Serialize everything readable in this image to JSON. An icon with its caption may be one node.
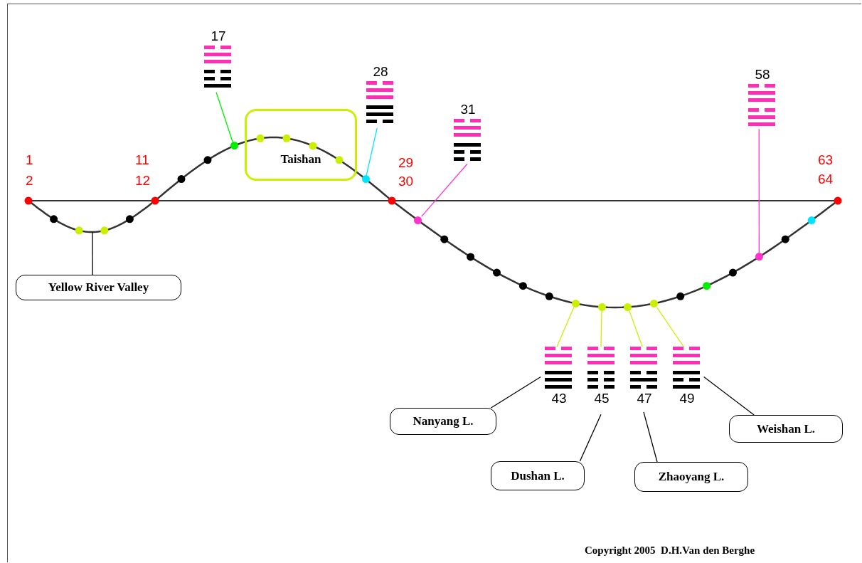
{
  "diagram": {
    "nodes": [
      {
        "text": [
          "17"
        ]
      },
      {
        "text": [
          "Taishan"
        ]
      },
      {
        "text": [
          "28"
        ]
      },
      {
        "text": [
          "31"
        ]
      },
      {
        "text": [
          "58"
        ]
      },
      {
        "text": [],
        "shape": "circle"
      },
      {
        "text": [],
        "shape": "circle"
      },
      {
        "text": [],
        "shape": "circle"
      },
      {
        "text": [],
        "shape": "circle"
      },
      {
        "text": [
          "Yellow River Valley"
        ]
      },
      {
        "text": [],
        "shape": "circle"
      },
      {
        "text": [],
        "shape": "circle"
      },
      {
        "text": [],
        "shape": "circle"
      },
      {
        "text": [],
        "shape": "circle"
      },
      {
        "text": [
          "43"
        ]
      },
      {
        "text": [
          "45"
        ]
      },
      {
        "text": [
          "47"
        ]
      },
      {
        "text": [
          "49"
        ]
      },
      {
        "text": [
          "Nanyang L."
        ]
      },
      {
        "text": [
          "Weishan L."
        ]
      },
      {
        "text": [
          "Dushan L."
        ]
      },
      {
        "text": [
          "Zhaoyang L."
        ]
      }
    ],
    "edges": [
      {
        "from": 0,
        "to": 5,
        "arrow": "none",
        "color": "#00ee00"
      },
      {
        "from": 2,
        "to": 6,
        "arrow": "none",
        "color": "#00e5ff"
      },
      {
        "from": 3,
        "to": 7,
        "arrow": "none",
        "color": "#ff33cc"
      },
      {
        "from": 4,
        "to": 8,
        "arrow": "none",
        "color": "#ff33cc"
      },
      {
        "from": null,
        "to": 9,
        "arrow": "none",
        "color": "#000000"
      },
      {
        "from": 10,
        "to": 14,
        "arrow": "none",
        "color": "#ccee00"
      },
      {
        "from": 11,
        "to": 15,
        "arrow": "none",
        "color": "#ccee00"
      },
      {
        "from": 12,
        "to": 16,
        "arrow": "none",
        "color": "#ccee00"
      },
      {
        "from": 13,
        "to": 17,
        "arrow": "none",
        "color": "#ccee00"
      },
      {
        "from": 18,
        "to": 14,
        "arrow": "none",
        "color": "#000000"
      },
      {
        "from": 20,
        "to": 15,
        "arrow": "none",
        "color": "#000000"
      },
      {
        "from": 21,
        "to": 16,
        "arrow": "none",
        "color": "#000000"
      },
      {
        "from": 19,
        "to": 17,
        "arrow": "none",
        "color": "#000000"
      }
    ],
    "labels": [
      "1",
      "2",
      "11",
      "12",
      "29",
      "30",
      "63",
      "64",
      "Copyright 2005  D.H.Van den Berghe"
    ]
  }
}
